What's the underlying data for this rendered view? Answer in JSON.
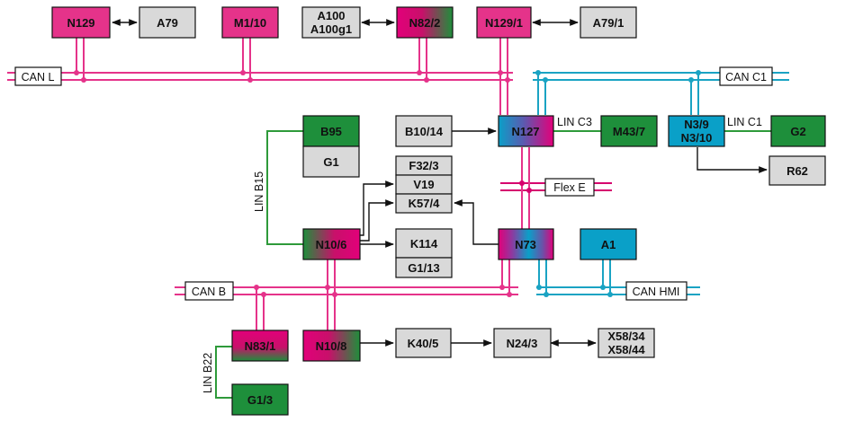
{
  "colors": {
    "can_pink": "#e5338a",
    "can_pink_dark": "#d6006e",
    "can_cyan": "#1aa3c3",
    "lin_green": "#2e9a3a",
    "gray_box": "#d9d9d9",
    "green_box": "#1e8f3b",
    "cyan_box": "#0aa0c8"
  },
  "buses": {
    "can_l": "CAN L",
    "can_c1": "CAN C1",
    "can_b": "CAN B",
    "can_hmi": "CAN HMI",
    "flex_e": "Flex E"
  },
  "links": {
    "lin_c3": "LIN C3",
    "lin_c1": "LIN C1",
    "lin_b15": "LIN B15",
    "lin_b22": "LIN B22"
  },
  "nodes": {
    "n129": "N129",
    "a79": "A79",
    "m1_10": "M1/10",
    "a100_1": "A100",
    "a100_2": "A100g1",
    "n82_2": "N82/2",
    "n129_1": "N129/1",
    "a79_1": "A79/1",
    "b95": "B95",
    "g1": "G1",
    "b10_14": "B10/14",
    "n127": "N127",
    "m43_7": "M43/7",
    "n3_9": "N3/9",
    "n3_10": "N3/10",
    "g2": "G2",
    "r62": "R62",
    "f32_3": "F32/3",
    "v19": "V19",
    "k57_4": "K57/4",
    "n10_6": "N10/6",
    "k114": "K114",
    "g1_13": "G1/13",
    "n73": "N73",
    "a1": "A1",
    "n83_1": "N83/1",
    "n10_8": "N10/8",
    "k40_5": "K40/5",
    "n24_3": "N24/3",
    "x58_34": "X58/34",
    "x58_44": "X58/44",
    "g1_3": "G1/3"
  }
}
